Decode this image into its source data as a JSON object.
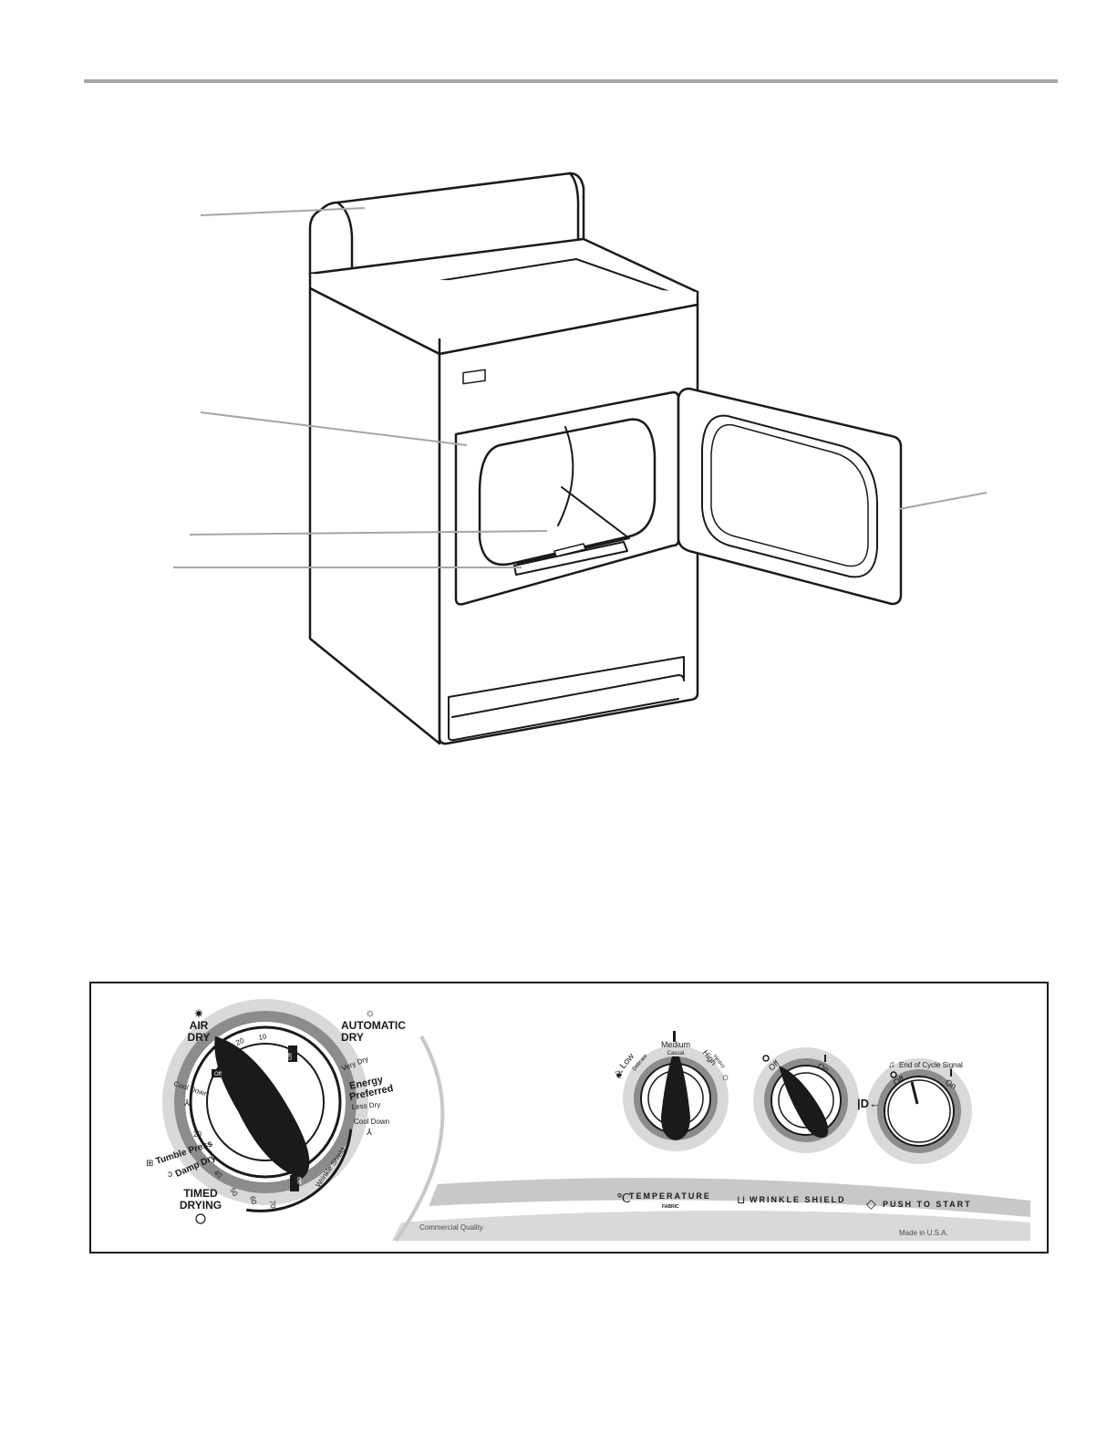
{
  "panel": {
    "timer": {
      "air_dry": [
        "AIR",
        "DRY"
      ],
      "automatic_dry": [
        "AUTOMATIC",
        "DRY"
      ],
      "timed_drying": [
        "TIMED",
        "DRYING"
      ],
      "very_dry": "Very Dry",
      "energy_preferred": [
        "Energy",
        "Preferred"
      ],
      "less_dry": "Less Dry",
      "cool_down_right": "Cool Down",
      "cool_down_left": "Cool Down",
      "wrinkle_shield": "Wrinkle Shield",
      "tumble_press": "Tumble Press",
      "damp_dry": "Damp Dry",
      "off_marks": [
        "Off",
        "Off",
        "Off"
      ],
      "ticks": [
        "10",
        "20",
        "30",
        "20",
        "40",
        "50",
        "60",
        "70"
      ]
    },
    "temperature": {
      "low": "Low",
      "delicate": "Delicate",
      "medium": "Medium",
      "casual": "Casual",
      "high": "High",
      "heavy": "Heavy",
      "label": "TEMPERATURE",
      "fabric": "FABRIC"
    },
    "wrinkle": {
      "off": "Off",
      "on": "On",
      "label": "WRINKLE SHIELD"
    },
    "signal": {
      "title": "End of Cycle Signal",
      "off": "Off",
      "on": "On",
      "start_label": "PUSH TO START"
    },
    "commercial_quality": "Commercial Quality",
    "made_in": "Made in U.S.A."
  },
  "colors": {
    "outline": "#1a1a1a",
    "leader": "#a6a6a6",
    "rule": "#a6a6a6",
    "knob": "#1a1a1a",
    "ring_light": "#d9d9d9",
    "ring_mid": "#8c8c8c",
    "band": "#c8c8c8"
  }
}
